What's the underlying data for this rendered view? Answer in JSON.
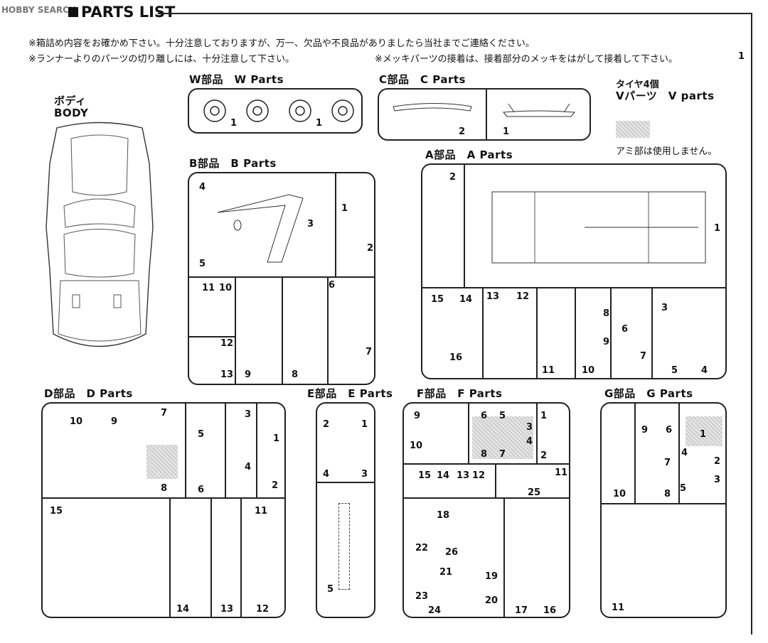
{
  "header": {
    "watermark": "HOBBY SEARCH",
    "title": "PARTS LIST",
    "page_no": "1"
  },
  "notes": {
    "line1": "※箱詰め内容をお確かめ下さい。十分注意しておりますが、万一、欠品や不良品がありましたら当社までご連絡ください。",
    "line2a": "※ランナーよりのパーツの切り離しには、十分注意して下さい。",
    "line2b": "※メッキパーツの接着は、接着部分のメッキをはがして接着して下さい。"
  },
  "body": {
    "jp": "ボディ",
    "en": "BODY"
  },
  "tire": {
    "line1": "タイヤ4個",
    "line2": "Vパーツ　V parts",
    "mesh_note": "アミ部は使用しません。"
  },
  "runners": {
    "W": {
      "title": "W部品　W Parts",
      "nums": [
        "1",
        "1"
      ]
    },
    "C": {
      "title": "C部品　C Parts",
      "nums": [
        "2",
        "1"
      ]
    },
    "B": {
      "title": "B部品　B Parts",
      "nums": [
        "4",
        "3",
        "5",
        "1",
        "2",
        "11",
        "10",
        "12",
        "13",
        "9",
        "8",
        "6",
        "7"
      ]
    },
    "A": {
      "title": "A部品　A Parts",
      "nums": [
        "2",
        "1",
        "15",
        "14",
        "16",
        "13",
        "12",
        "11",
        "8",
        "9",
        "10",
        "6",
        "7",
        "3",
        "5",
        "4"
      ]
    },
    "D": {
      "title": "D部品　D Parts",
      "nums": [
        "10",
        "9",
        "7",
        "8",
        "5",
        "6",
        "3",
        "4",
        "1",
        "2",
        "15",
        "14",
        "13",
        "11",
        "12"
      ]
    },
    "E": {
      "title": "E部品　E Parts",
      "nums": [
        "2",
        "1",
        "4",
        "3",
        "5"
      ]
    },
    "F": {
      "title": "F部品　F Parts",
      "nums": [
        "9",
        "10",
        "6",
        "5",
        "3",
        "4",
        "8",
        "7",
        "1",
        "2",
        "15",
        "14",
        "13",
        "12",
        "11",
        "25",
        "18",
        "22",
        "26",
        "21",
        "19",
        "23",
        "24",
        "20",
        "17",
        "16"
      ]
    },
    "G": {
      "title": "G部品　G Parts",
      "nums": [
        "9",
        "6",
        "1",
        "4",
        "2",
        "7",
        "3",
        "5",
        "8",
        "10",
        "11"
      ]
    }
  }
}
